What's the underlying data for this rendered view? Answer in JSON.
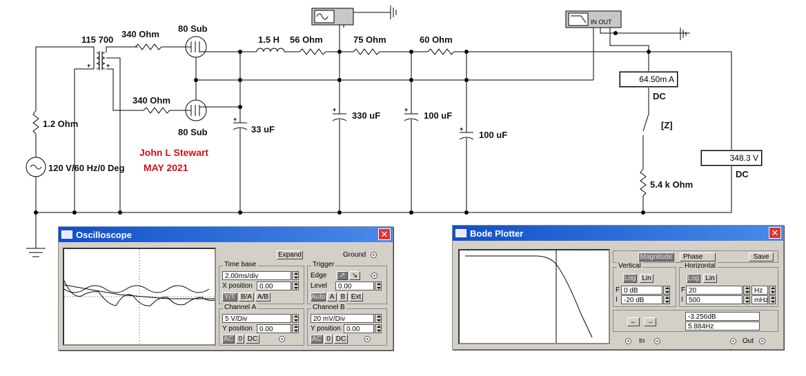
{
  "schematic": {
    "transformer_label": "115 700",
    "r_plate_top": "340  Ohm",
    "r_plate_bottom": "340  Ohm",
    "tube_top": "80 Sub",
    "tube_bottom": "80 Sub",
    "inductor": "1.5 H",
    "r56": "56  Ohm",
    "r75": "75  Ohm",
    "r60": "60  Ohm",
    "c33": "33 uF",
    "c330": "330 uF",
    "c100a": "100 uF",
    "c100b": "100 uF",
    "r_source": "1.2  Ohm",
    "source": "120 V/60 Hz/0 Deg",
    "author": "John L Stewart",
    "date": "MAY 2021",
    "switch_key": "[Z]",
    "load": "5.4 k Ohm",
    "bode_in_out": "IN  OUT"
  },
  "ammeter": {
    "value": "64.50m A",
    "mode": "DC"
  },
  "voltmeter": {
    "value": "348.3   V",
    "mode": "DC"
  },
  "oscilloscope": {
    "title": "Oscilloscope",
    "expand": "Expand",
    "ground": "Ground",
    "timebase_label": "Time base",
    "timebase_value": "2.00ms/div",
    "xpos_label": "X position",
    "xpos_value": "0.00",
    "mode_buttons": [
      "Y/T",
      "B/A",
      "A/B"
    ],
    "trigger_label": "Trigger",
    "edge_label": "Edge",
    "level_label": "Level",
    "level_value": "0.00",
    "trigger_buttons": [
      "Auto",
      "A",
      "B",
      "Ext"
    ],
    "channel_a_label": "Channel A",
    "channel_a_value": "5  V/Div",
    "channel_a_ypos_label": "Y position",
    "channel_a_ypos": "0.00",
    "channel_b_label": "Channel B",
    "channel_b_value": "20 mV/Div",
    "channel_b_ypos_label": "Y position",
    "channel_b_ypos": "0.00",
    "coupling": [
      "AC",
      "0",
      "DC"
    ]
  },
  "bode": {
    "title": "Bode Plotter",
    "magnitude": "Magnitude",
    "phase": "Phase",
    "save": "Save",
    "vertical_label": "Vertical",
    "horizontal_label": "Horizontal",
    "log": "Log",
    "lin": "Lin",
    "f_label": "F",
    "i_label": "I",
    "v_final": "0 dB",
    "v_initial": "-20 dB",
    "h_final": "20",
    "h_initial": "500",
    "h_final_unit": "Hz",
    "h_initial_unit": "mHz",
    "readout_db": "-3.256dB",
    "readout_hz": "5.884Hz",
    "in_label": "In",
    "out_label": "Out"
  }
}
